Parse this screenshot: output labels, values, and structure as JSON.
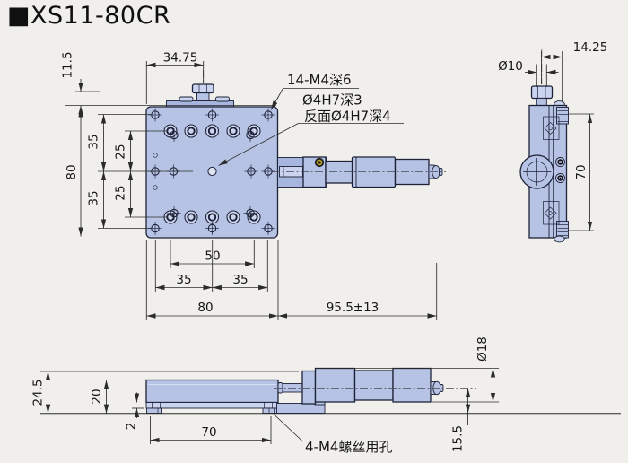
{
  "title": "■XS11-80CR",
  "colors": {
    "body_fill": "#b6c3e4",
    "body_light": "#cad4ee",
    "body_dark": "#a7b6de",
    "outline": "#1d2137",
    "dimension_lines": "#2b2b2b",
    "background": "#f0efec",
    "screw_accent": "#c4ad25"
  },
  "top_view": {
    "dim_knob_position": "34.75",
    "dim_knob_height": "11.5",
    "dim_height": "80",
    "dim_hole_35_top": "35",
    "dim_hole_25_top": "25",
    "dim_hole_25_bottom": "25",
    "dim_hole_35_bottom": "35",
    "dim_hole_50": "50",
    "dim_hole_35_left": "35",
    "dim_hole_35_right": "35",
    "dim_width": "80",
    "dim_travel": "95.5±13",
    "callout_line1": "14-M4深6",
    "callout_line2": "Ø4H7深3",
    "callout_line3": "反面Ø4H7深4"
  },
  "side_view": {
    "dim_knob_dia": "Ø10",
    "dim_clamp_offset": "14.25",
    "dim_height": "70"
  },
  "bottom_view": {
    "dim_total_height": "24.5",
    "dim_body_height": "20",
    "dim_base_plate": "2",
    "dim_hole_span": "70",
    "callout_screw_holes": "4-M4螺丝用孔",
    "dim_axis_height": "15.5",
    "dim_micrometer_dia": "Ø18"
  }
}
